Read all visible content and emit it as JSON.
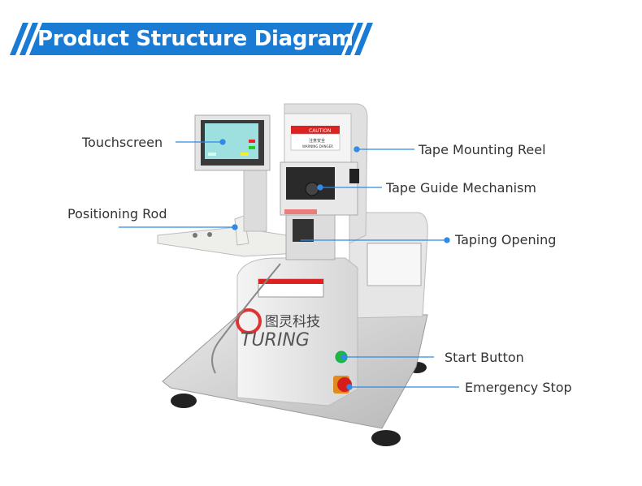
{
  "header": {
    "title": "Product Structure Diagram",
    "accent_color": "#1a7bd4"
  },
  "product_logo": {
    "chinese": "图灵科技",
    "english": "TURING"
  },
  "warning_sticker": {
    "caution": "CAUTION",
    "chinese": "注意安全",
    "english": "WARNING DANGER"
  },
  "callouts": [
    {
      "label": "Touchscreen"
    },
    {
      "label": "Tape Mounting Reel"
    },
    {
      "label": "Tape Guide Mechanism"
    },
    {
      "label": "Positioning Rod"
    },
    {
      "label": "Taping Opening"
    },
    {
      "label": "Start Button"
    },
    {
      "label": "Emergency Stop"
    }
  ],
  "callout_color": "#2f8ae8"
}
